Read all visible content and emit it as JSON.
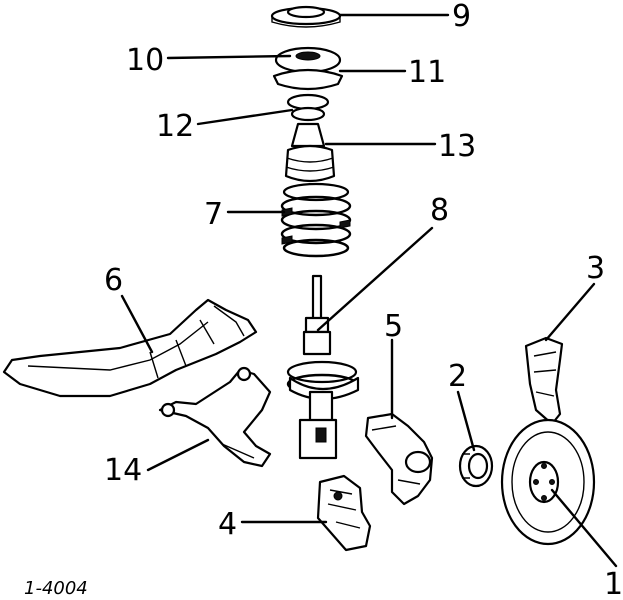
{
  "figure_id": "1-4004",
  "callouts": [
    "1",
    "2",
    "3",
    "4",
    "5",
    "6",
    "7",
    "8",
    "9",
    "10",
    "11",
    "12",
    "13",
    "14"
  ],
  "colors": {
    "ink": "#000000",
    "paper": "#ffffff"
  }
}
